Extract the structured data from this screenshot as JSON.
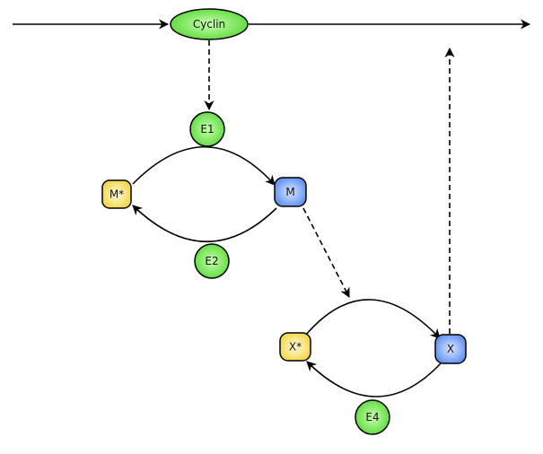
{
  "diagram": {
    "title": "",
    "nodes": {
      "cyclin": {
        "label": "Cyclin",
        "shape": "ellipse",
        "color": "#66dd44"
      },
      "e1": {
        "label": "E1",
        "shape": "circle",
        "color": "#66dd44"
      },
      "e2": {
        "label": "E2",
        "shape": "circle",
        "color": "#66dd44"
      },
      "e4": {
        "label": "E4",
        "shape": "circle",
        "color": "#66dd44"
      },
      "m_star": {
        "label": "M*",
        "shape": "rounded-square",
        "color": "#f2d63a"
      },
      "m": {
        "label": "M",
        "shape": "rounded-square",
        "color": "#5b8ff0"
      },
      "x_star": {
        "label": "X*",
        "shape": "rounded-square",
        "color": "#f2d63a"
      },
      "x": {
        "label": "X",
        "shape": "rounded-square",
        "color": "#5b8ff0"
      }
    },
    "edges": [
      {
        "from": "input",
        "to": "cyclin",
        "style": "solid"
      },
      {
        "from": "cyclin",
        "to": "output",
        "style": "solid"
      },
      {
        "from": "cyclin",
        "to": "e1",
        "style": "dashed"
      },
      {
        "from": "m_star",
        "to": "m",
        "via": "e1",
        "style": "solid"
      },
      {
        "from": "m",
        "to": "m_star",
        "via": "e2",
        "style": "solid"
      },
      {
        "from": "m",
        "to": "x_star-x-cycle",
        "style": "dashed"
      },
      {
        "from": "x_star",
        "to": "x",
        "style": "solid"
      },
      {
        "from": "x",
        "to": "x_star",
        "via": "e4",
        "style": "solid"
      },
      {
        "from": "x",
        "to": "cyclin-degradation",
        "style": "dashed"
      }
    ]
  }
}
